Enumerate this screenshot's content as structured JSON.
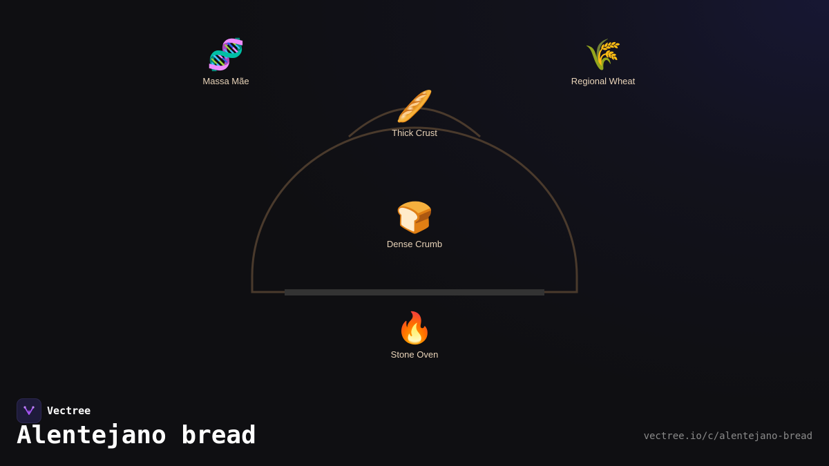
{
  "nodes": [
    {
      "id": "massa-mae",
      "emoji": "🧬",
      "label": "Massa Mãe"
    },
    {
      "id": "regional-wheat",
      "emoji": "🌾",
      "label": "Regional Wheat"
    },
    {
      "id": "thick-crust",
      "emoji": "🥖",
      "label": "Thick Crust"
    },
    {
      "id": "dense-crumb",
      "emoji": "🍞",
      "label": "Dense Crumb"
    },
    {
      "id": "stone-oven",
      "emoji": "🔥",
      "label": "Stone Oven"
    }
  ],
  "brand": {
    "name": "Vectree",
    "icon": "vectree-logo-icon"
  },
  "title": "Alentejano bread",
  "url": "vectree.io/c/alentejano-bread",
  "colors": {
    "outline": "#4a3a2c",
    "base": "#333333",
    "label": "#e8d3b8",
    "accent": "#a855f7"
  }
}
